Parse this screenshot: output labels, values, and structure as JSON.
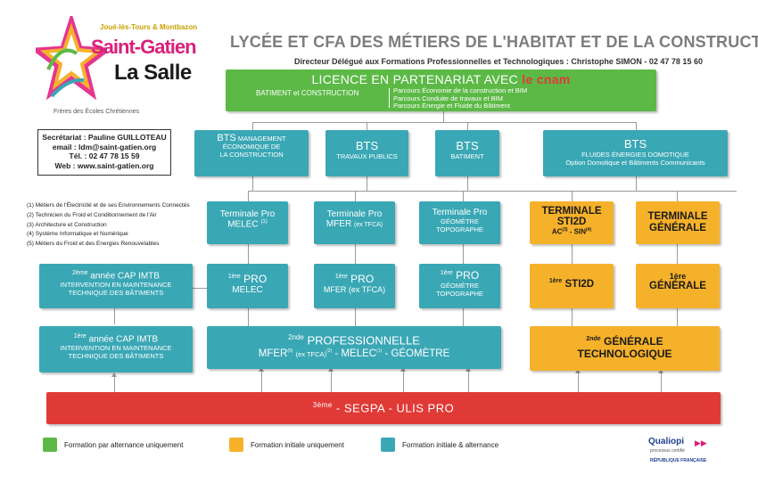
{
  "logo": {
    "top": "Joué-lès-Tours & Montbazon",
    "name1": "Saint-Gatien",
    "name2": "La Salle",
    "tagline": "Frères des Écoles Chrétiennes"
  },
  "header": {
    "title": "LYCÉE ET CFA DES MÉTIERS DE L'HABITAT ET DE LA CONSTRUCTION",
    "subtitle": "Directeur Délégué aux Formations Professionnelles et Technologiques : Christophe SIMON - 02 47 78 15 60"
  },
  "contact": {
    "line1": "Secrétariat : Pauline GUILLOTEAU",
    "line2": "email : ldm@saint-gatien.org",
    "line3": "Tél. : 02 47 78 15 59",
    "line4": "Web : www.saint-gatien.org"
  },
  "notes": [
    "(1) Métiers de l'Électricité et de ses Environnements Connectés",
    "(2) Technicien du Froid et Conditionnement de l'Air",
    "(3) Architecture et Construction",
    "(4) Système Informatique et Numérique",
    "(5) Métiers du Froid et des Energies Renouvelables"
  ],
  "licence": {
    "title": "LICENCE EN PARTENARIAT AVEC",
    "partner": "le cnam",
    "left": "BATIMENT et CONSTRUCTION",
    "p1": "Parcours Économie de la construction et BIM",
    "p2": "Parcours Conduite de travaux et BIM",
    "p3": "Parcours Energie et Fluide du Bâtiment"
  },
  "bts": [
    {
      "title": "BTS",
      "tsmall": "MANAGEMENT",
      "l2": "ÉCONOMIQUE DE",
      "l3": "LA CONSTRUCTION"
    },
    {
      "title": "BTS",
      "l2": "TRAVAUX PUBLICS"
    },
    {
      "title": "BTS",
      "l2": "BATIMENT"
    },
    {
      "title": "BTS",
      "l2": "FLUIDES ÉNERGIES DOMOTIQUE",
      "l3": "Option Domotique et Bâtiments Communicants"
    }
  ],
  "terminale": [
    {
      "l1": "Terminale Pro",
      "l2": "MELEC",
      "sup": "(1)"
    },
    {
      "l1": "Terminale Pro",
      "l2": "MFER",
      "l2b": "(ex TFCA)"
    },
    {
      "l1": "Terminale Pro",
      "l2": "GÉOMÈTRE",
      "l3": "TOPOGRAPHE"
    },
    {
      "l1": "TERMINALE",
      "l2": "STI2D",
      "l3": "AC",
      "s3": "(3)",
      "l3b": " - SIN",
      "s4": "(4)"
    },
    {
      "l1": "TERMINALE",
      "l2": "GÉNÉRALE"
    }
  ],
  "premiere": [
    {
      "sup": "1ère",
      "l1": "PRO",
      "l2": "MELEC"
    },
    {
      "sup": "1ère",
      "l1": "PRO",
      "l2": "MFER (ex TFCA)"
    },
    {
      "sup": "1ère",
      "l1": "PRO",
      "l2": "GÉOMÈTRE",
      "l3": "TOPOGRAPHE"
    },
    {
      "sup": "1ère",
      "l1": "STI2D"
    },
    {
      "sup": "1ère",
      "l1": "GÉNÉRALE"
    }
  ],
  "cap2": {
    "sup": "2ème",
    "l1": "année CAP IMTB",
    "l2": "INTERVENTION EN MAINTENANCE",
    "l3": "TECHNIQUE DES BÂTIMENTS"
  },
  "cap1": {
    "sup": "1ère",
    "l1": "année CAP IMTB",
    "l2": "INTERVENTION EN MAINTENANCE",
    "l3": "TECHNIQUE DES BÂTIMENTS"
  },
  "seconde_pro": {
    "sup": "2nde",
    "l1": "PROFESSIONNELLE",
    "a": "MFER",
    "as": "(5)",
    "ab": "(ex TFCA)",
    "ac": "(2)",
    "b": "- MELEC",
    "bs": "(1)",
    "c": "- GÉOMÈTRE"
  },
  "seconde_gen": {
    "sup": "2nde",
    "l1": "GÉNÉRALE",
    "l2": "TECHNOLOGIQUE"
  },
  "base": {
    "sup": "3ème",
    "l1": "- SEGPA - ULIS PRO"
  },
  "legend": [
    {
      "label": "Formation par alternance uniquement",
      "color": "#5cb946"
    },
    {
      "label": "Formation initiale uniquement",
      "color": "#f6b12b"
    },
    {
      "label": "Formation initiale & alternance",
      "color": "#3aa7b5"
    }
  ],
  "qualiopi": {
    "name": "Qualiopi",
    "sub": "processus certifié",
    "rep": "RÉPUBLIQUE FRANÇAISE"
  }
}
